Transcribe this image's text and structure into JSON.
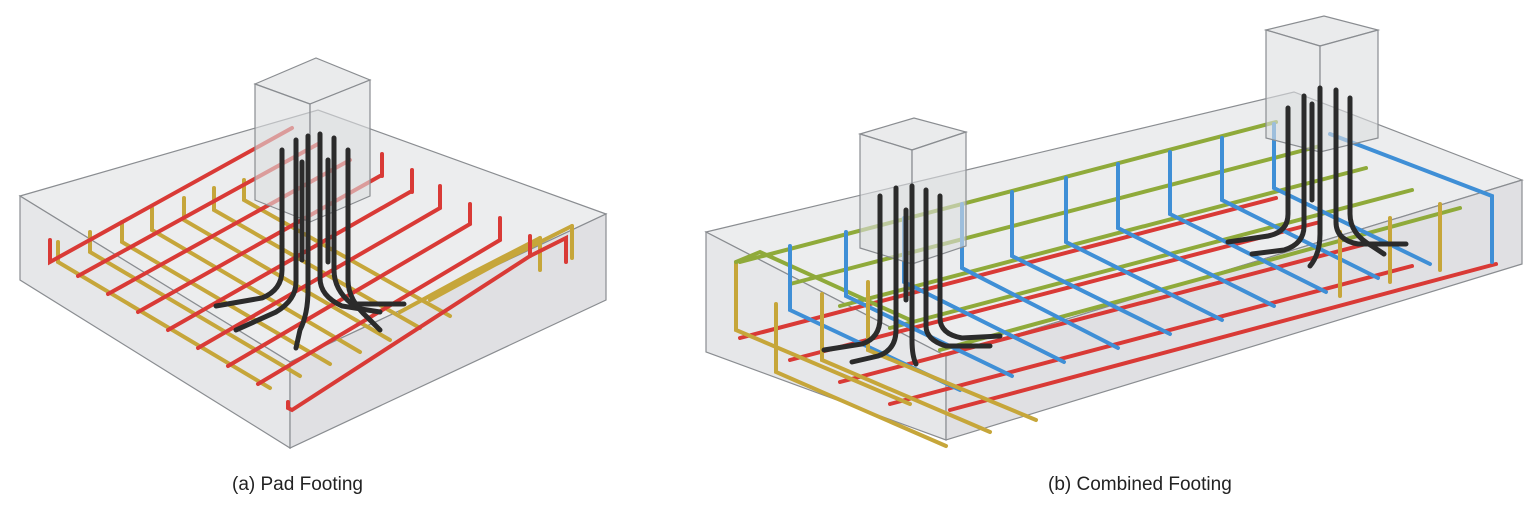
{
  "captions": {
    "pad": "(a) Pad Footing",
    "combined": "(b) Combined Footing"
  },
  "colors": {
    "concrete_fill": "#e6e7e8",
    "concrete_edge": "#8a8d91",
    "column_fill": "#dcdde0",
    "bar_red": "#d93a36",
    "bar_yellow": "#c6a63a",
    "bar_blue": "#3f8fd6",
    "bar_green": "#8faa3a",
    "bar_dark": "#2b2b2b"
  },
  "icons": [
    "pad-footing-diagram",
    "combined-footing-diagram"
  ]
}
